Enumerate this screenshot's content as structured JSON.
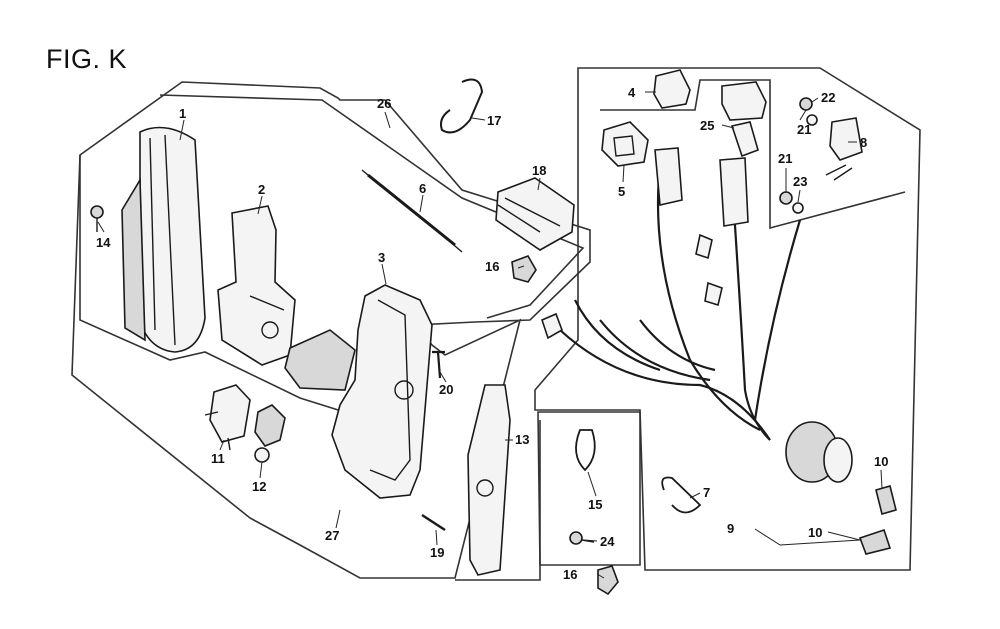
{
  "figure": {
    "title": "FIG. K"
  },
  "callouts": [
    {
      "id": "c1",
      "label": "1"
    },
    {
      "id": "c2",
      "label": "2"
    },
    {
      "id": "c3",
      "label": "3"
    },
    {
      "id": "c4",
      "label": "4"
    },
    {
      "id": "c5",
      "label": "5"
    },
    {
      "id": "c6",
      "label": "6"
    },
    {
      "id": "c7",
      "label": "7"
    },
    {
      "id": "c8",
      "label": "8"
    },
    {
      "id": "c9",
      "label": "9"
    },
    {
      "id": "c10a",
      "label": "10"
    },
    {
      "id": "c10b",
      "label": "10"
    },
    {
      "id": "c11",
      "label": "11"
    },
    {
      "id": "c12",
      "label": "12"
    },
    {
      "id": "c13",
      "label": "13"
    },
    {
      "id": "c14",
      "label": "14"
    },
    {
      "id": "c15",
      "label": "15"
    },
    {
      "id": "c16a",
      "label": "16"
    },
    {
      "id": "c16b",
      "label": "16"
    },
    {
      "id": "c17",
      "label": "17"
    },
    {
      "id": "c18",
      "label": "18"
    },
    {
      "id": "c19",
      "label": "19"
    },
    {
      "id": "c20",
      "label": "20"
    },
    {
      "id": "c21a",
      "label": "21"
    },
    {
      "id": "c21b",
      "label": "21"
    },
    {
      "id": "c22",
      "label": "22"
    },
    {
      "id": "c23",
      "label": "23"
    },
    {
      "id": "c24",
      "label": "24"
    },
    {
      "id": "c25",
      "label": "25"
    },
    {
      "id": "c26",
      "label": "26"
    },
    {
      "id": "c27",
      "label": "27"
    }
  ]
}
